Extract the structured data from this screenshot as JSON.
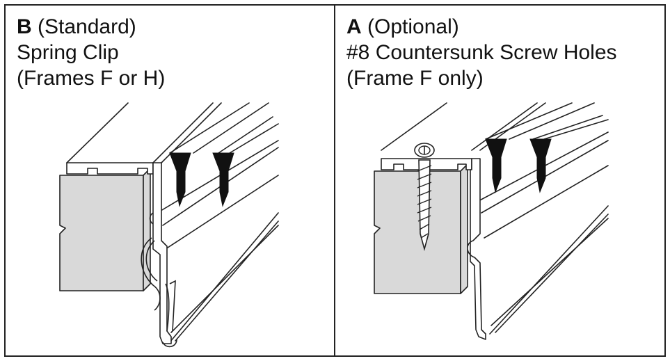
{
  "panels": {
    "left": {
      "letter": "B",
      "tag": " (Standard)",
      "line2": "Spring Clip",
      "line3": "(Frames F or H)"
    },
    "right": {
      "letter": "A",
      "tag": " (Optional)",
      "line2": "#8 Countersunk Screw Holes",
      "line3": "(Frame F only)"
    }
  },
  "colors": {
    "stroke": "#222222",
    "wood": "#d9d9d9",
    "metal": "#ffffff",
    "gasket": "#111111"
  }
}
